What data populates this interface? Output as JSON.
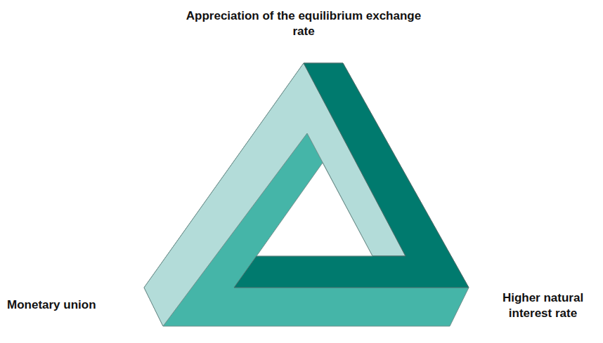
{
  "diagram": {
    "labels": [
      "Appreciation of the equilibrium exchange rate",
      "Monetary union",
      "Higher natural interest rate"
    ]
  }
}
